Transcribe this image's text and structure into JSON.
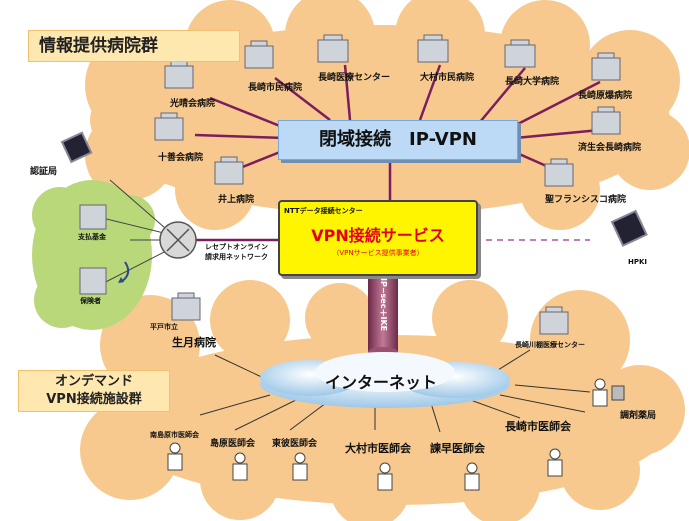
{
  "upper_group": {
    "title": "情報提供病院群",
    "hospitals": [
      "長崎市民病院",
      "長崎医療センター",
      "大村市民病院",
      "長崎大学病院",
      "長崎原爆病院",
      "光晴会病院",
      "十善会病院",
      "井上病院",
      "済生会長崎病院",
      "聖フランシスコ病院"
    ]
  },
  "vpn": {
    "label": "閉域接続　IP-VPN"
  },
  "service": {
    "subtitle": "NTTデータ接続センター",
    "title": "VPN接続サービス",
    "note": "（VPNサービス提供事業者）"
  },
  "left_cluster": {
    "auth": "認証局",
    "payer1": "支払基金",
    "payer2": "保険者",
    "network_line1": "レセプトオンライン",
    "network_line2": "請求用ネットワーク"
  },
  "hpki": "HPKI",
  "tunnel": "IP−sec＋IKE",
  "internet": "インターネット",
  "lower_group": {
    "title_line1": "オンデマンド",
    "title_line2": "VPN接続施設群",
    "hirado_prefix": "平戸市立",
    "hirado": "生月病院",
    "kawatana": "長崎川棚医療センター",
    "pharmacy": "調剤薬局",
    "associations": [
      "南島原市医師会",
      "島原医師会",
      "東彼医師会",
      "大村市医師会",
      "諫早医師会",
      "長崎市医師会"
    ]
  },
  "colors": {
    "cloud": "#f7c98e",
    "vpn_box": "#bcd9f5",
    "service_box": "#fff500",
    "link": "#7a1f5c",
    "green": "#b9d87a"
  }
}
